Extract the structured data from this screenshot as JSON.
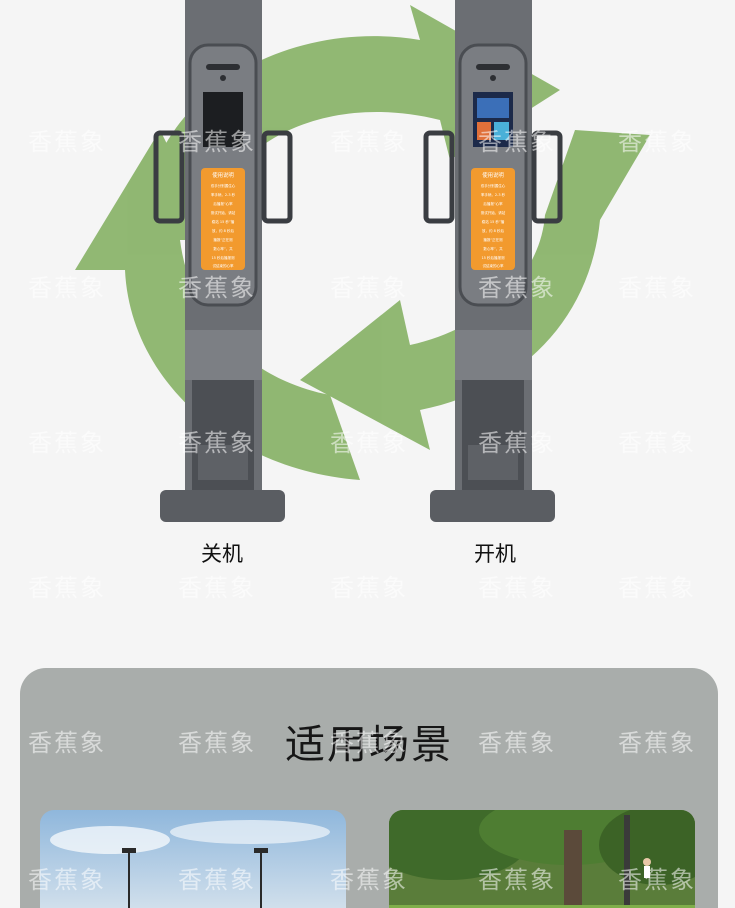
{
  "devices": [
    {
      "caption": "关机",
      "screen_on": false,
      "instruction_panel": {
        "title": "使用说明",
        "lines": [
          "双手分别握住心",
          "率手柄，2-3 秒",
          "后播报“心率",
          "测试开始，请站",
          "稳站 15 秒”播",
          "放，约 8 秒后",
          "播报“正在测",
          "数心率”，共",
          "15 秒后播报测",
          "试结束的心率"
        ]
      }
    },
    {
      "caption": "开机",
      "screen_on": true,
      "instruction_panel": {
        "title": "使用说明",
        "lines": [
          "双手分别握住心",
          "率手柄，2-3 秒",
          "后播报“心率",
          "测试开始，请站",
          "稳站 15 秒”播",
          "放，约 8 秒后",
          "播报“正在测",
          "数心率”，共",
          "15 秒后播报测",
          "试结束的心率"
        ]
      }
    }
  ],
  "scenes": {
    "title": "适用场景",
    "photos": [
      "sports-field-scene",
      "park-trees-scene"
    ]
  },
  "watermark": "香蕉象",
  "colors": {
    "background": "#f5f5f5",
    "recycle_arrows": "#8bb46c",
    "device_body": "#6b6e73",
    "device_dark": "#3a3d42",
    "instruction_panel": "#f29a2e",
    "scene_panel": "#a9adab"
  }
}
